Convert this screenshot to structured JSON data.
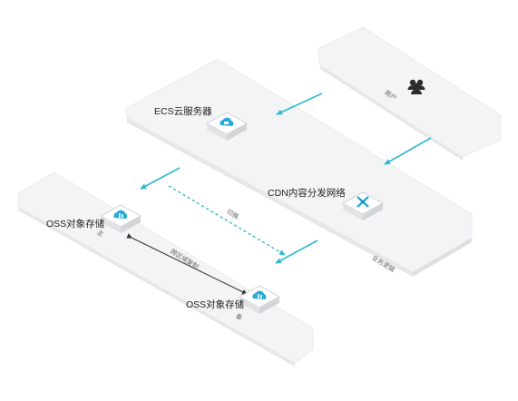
{
  "nodes": {
    "user": {
      "label": "用户",
      "icon": "users-icon"
    },
    "ecs": {
      "label": "ECS云服务器",
      "icon": "cloud-server-icon"
    },
    "cdn": {
      "label": "CDN内容分发网络",
      "icon": "cdn-network-icon"
    },
    "oss_primary": {
      "label": "OSS对象存储",
      "sub": "主",
      "icon": "cloud-storage-icon"
    },
    "oss_backup": {
      "label": "OSS对象存储",
      "sub": "备",
      "icon": "cloud-storage-icon"
    }
  },
  "zones": {
    "business_logic": {
      "label": "业务逻辑"
    }
  },
  "edges": {
    "switch": {
      "label": "切换"
    },
    "replication": {
      "label": "跨区域复制"
    }
  },
  "colors": {
    "plane": "#f3f4f5",
    "plane_edge": "#e9eaec",
    "arrow": "#2fb8cf",
    "accent": "#29a9d6",
    "text": "#222222"
  }
}
